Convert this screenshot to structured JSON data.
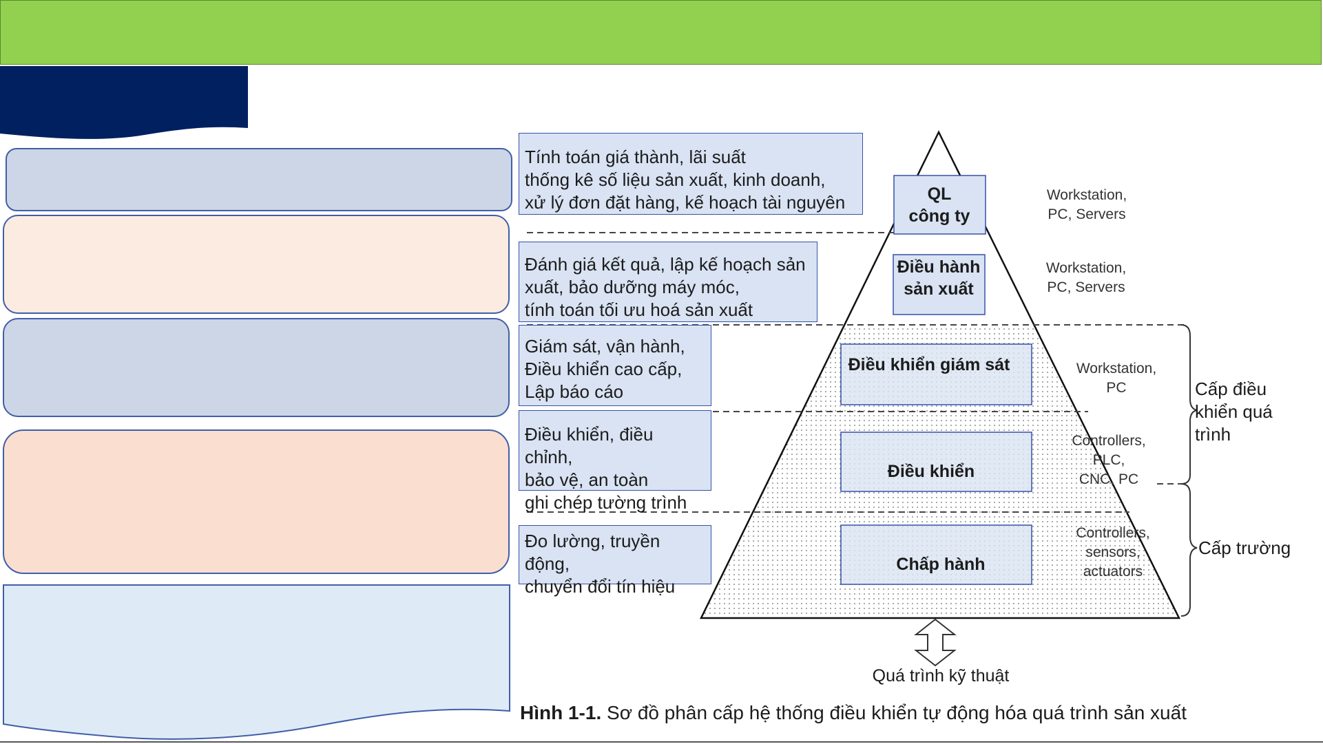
{
  "diagram": {
    "levels": [
      {
        "label": "QL\ncông ty",
        "description": "Tính toán giá thành, lãi suất\nthống kê số liệu sản xuất, kinh doanh,\nxử lý đơn đặt hàng, kế hoạch tài nguyên",
        "equipment": "Workstation,\nPC, Servers"
      },
      {
        "label": "Điều hành\nsản xuất",
        "description": "Đánh giá kết quả, lập kế hoạch sản\nxuất, bảo dưỡng máy móc,\ntính toán tối ưu hoá sản xuất",
        "equipment": "Workstation,\nPC, Servers"
      },
      {
        "label": "Điều khiển giám sát",
        "description": "Giám sát, vận hành,\nĐiều khiển cao cấp,\nLập báo cáo",
        "equipment": "Workstation,\nPC"
      },
      {
        "label": "Điều khiển",
        "description": "Điều khiển, điều chỉnh,\nbảo vệ, an toàn\nghi chép tường trình",
        "equipment": "Controllers,\nPLC,\nCNC, PC"
      },
      {
        "label": "Chấp hành",
        "description": "Đo lường, truyền động,\nchuyển đổi tín hiệu",
        "equipment": "Controllers,\nsensors,\nactuators"
      }
    ],
    "brackets": [
      {
        "label": "Cấp điều\nkhiển quá\ntrình"
      },
      {
        "label": "Cấp trường"
      }
    ],
    "process_label": "Quá trình kỹ thuật",
    "caption_prefix": "Hình 1-1.",
    "caption_text": " Sơ đồ phân cấp hệ thống điều khiển tự động hóa quá trình sản xuất"
  },
  "colors": {
    "top_bar": "#92d050",
    "navy_tab": "#002060",
    "box_blue": "#cdd6e6",
    "box_peach": "#fcebe0",
    "box_salmon": "#fadfd0",
    "box_light": "#deebf7",
    "level_box": "#d9e3f3",
    "border_blue": "#3f5ea8"
  }
}
